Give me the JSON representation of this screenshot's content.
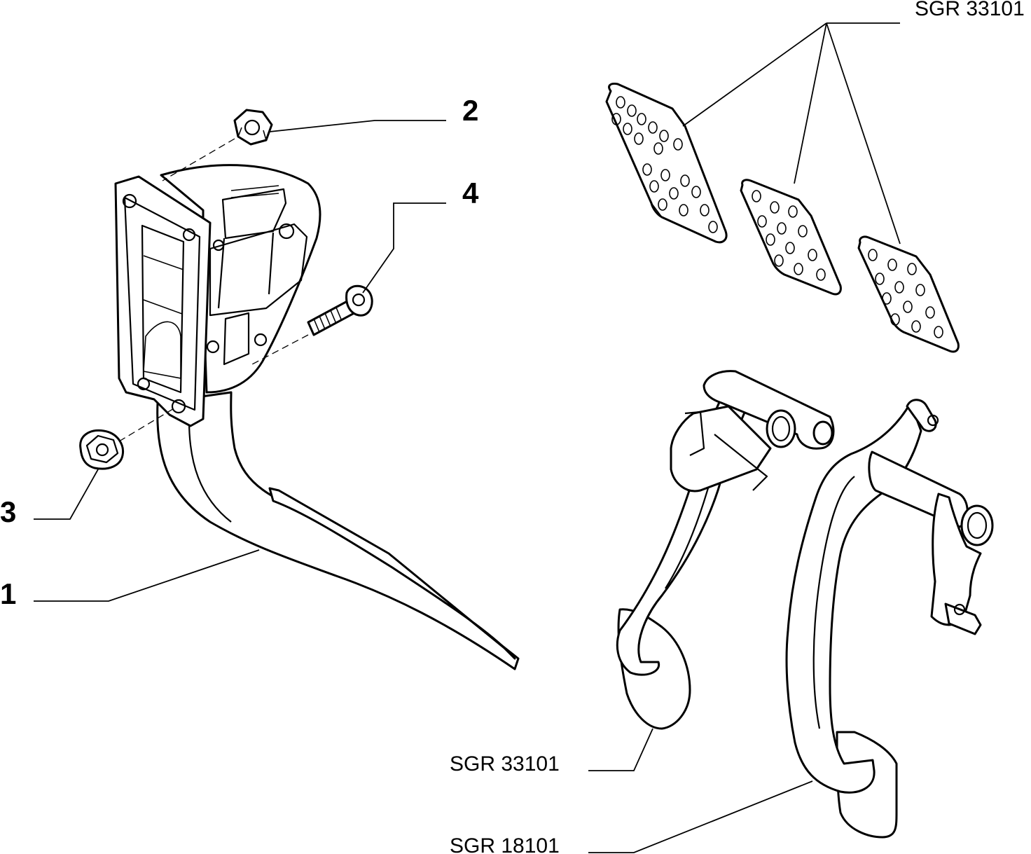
{
  "callouts": {
    "c1": "1",
    "c2": "2",
    "c3": "3",
    "c4": "4",
    "ref_top": "SGR 33101",
    "ref_clutch": "SGR 33101",
    "ref_brake": "SGR 18101"
  }
}
